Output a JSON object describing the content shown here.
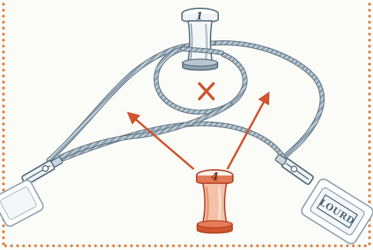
{
  "puzzle": {
    "spools": [
      {
        "id": "spool-1",
        "number": "1",
        "tone": "blue"
      },
      {
        "id": "spool-4",
        "number": "4",
        "tone": "orange"
      }
    ],
    "tag_label": "LOURD",
    "cross_mark": "✕"
  },
  "colors": {
    "rope": "#6f8797",
    "rope_dark": "#4f6676",
    "rope_light": "#c9d4db",
    "accent_orange": "#d0542e",
    "spool_blue_outline": "#5d7282",
    "border_dots": "#d8874a",
    "background": "#fbfbf8"
  },
  "icons": {
    "cross": "x-mark-icon",
    "arrow_left": "arrow-left-icon",
    "arrow_right": "arrow-right-icon",
    "clip_left": "clip-icon",
    "clip_right": "clip-icon",
    "tag_left": "weight-tag-icon",
    "tag_right": "weight-tag-icon"
  }
}
